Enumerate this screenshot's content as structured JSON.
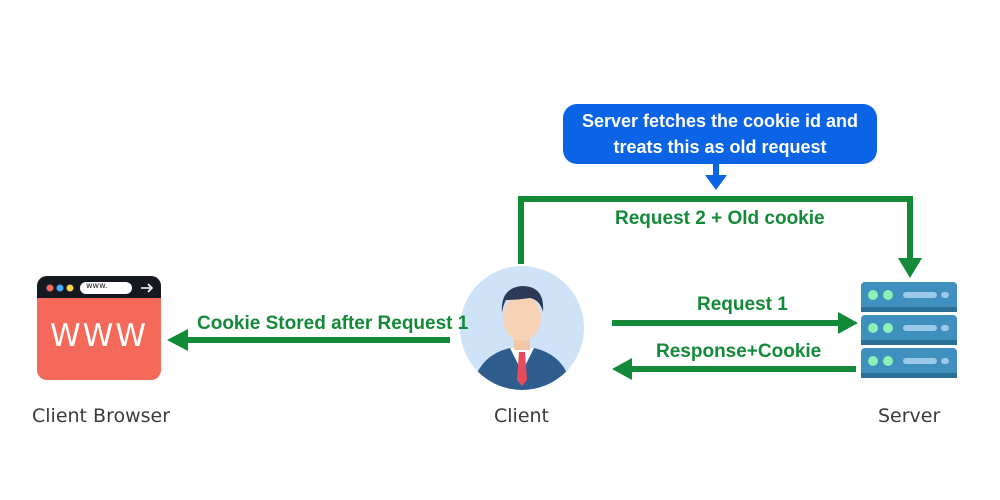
{
  "callout": {
    "line1": "Server fetches the cookie id and",
    "line2": "treats this as old request"
  },
  "arrows": {
    "request2": "Request 2 + Old cookie",
    "request1": "Request 1",
    "response": "Response+Cookie",
    "stored": "Cookie Stored after Request 1"
  },
  "nodes": {
    "browser": "Client Browser",
    "client": "Client",
    "server": "Server"
  },
  "browser_icon": {
    "url": "www.",
    "body_text": "WWW"
  },
  "colors": {
    "arrow_green": "#138a38",
    "callout_blue": "#0b63e5",
    "browser_red": "#f4695a"
  }
}
